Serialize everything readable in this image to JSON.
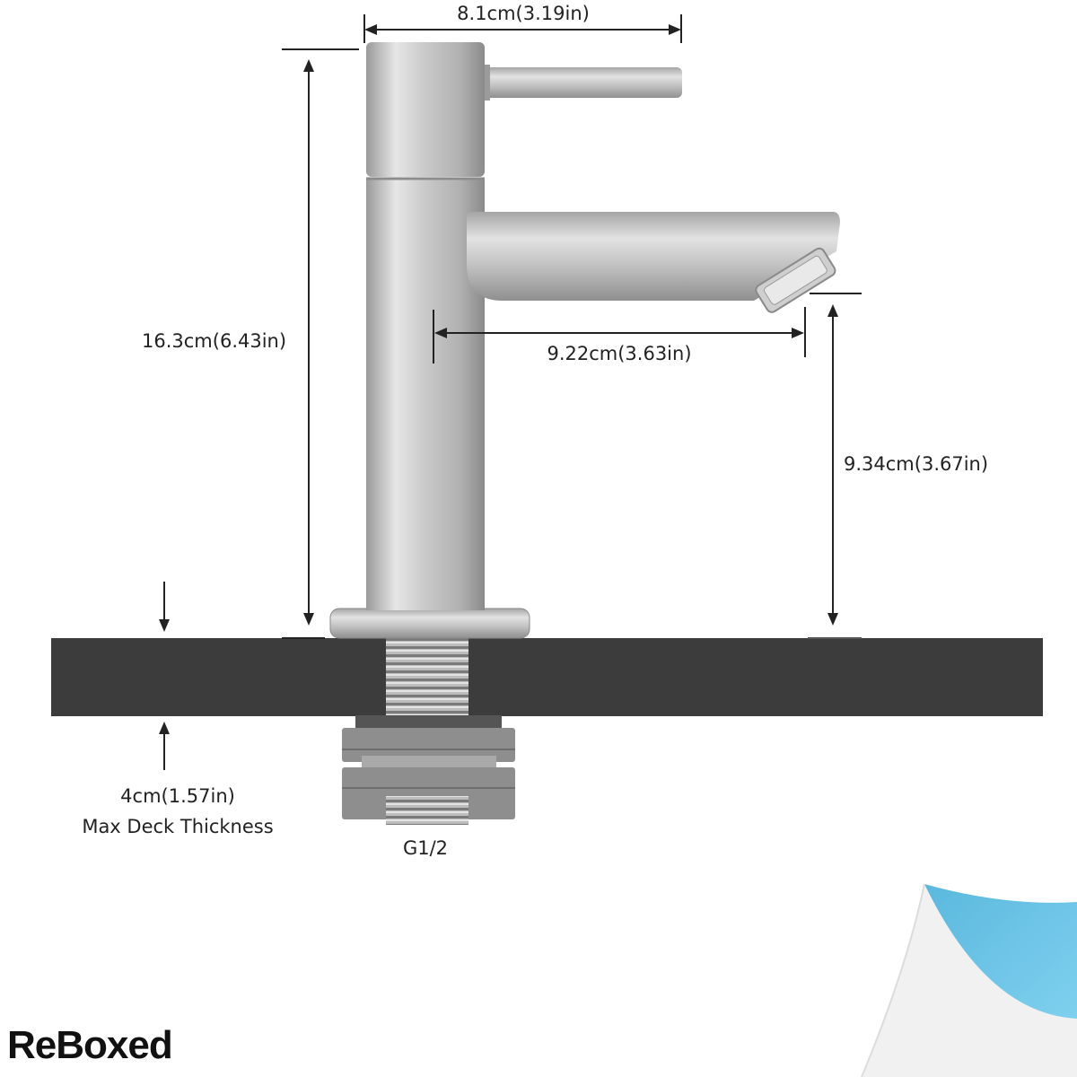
{
  "dimensions": {
    "width_top": "8.1cm(3.19in)",
    "height_total": "16.3cm(6.43in)",
    "spout_reach": "9.22cm(3.63in)",
    "spout_height": "9.34cm(3.67in)",
    "deck_thickness": "4cm(1.57in)",
    "deck_caption": "Max Deck Thickness",
    "thread": "G1/2"
  },
  "brand": {
    "logo_text": "ReBoxed"
  },
  "colors": {
    "deck": "#3c3c3c",
    "nut": "#8e8e8e",
    "accent_corner": "#6ec6e6"
  }
}
